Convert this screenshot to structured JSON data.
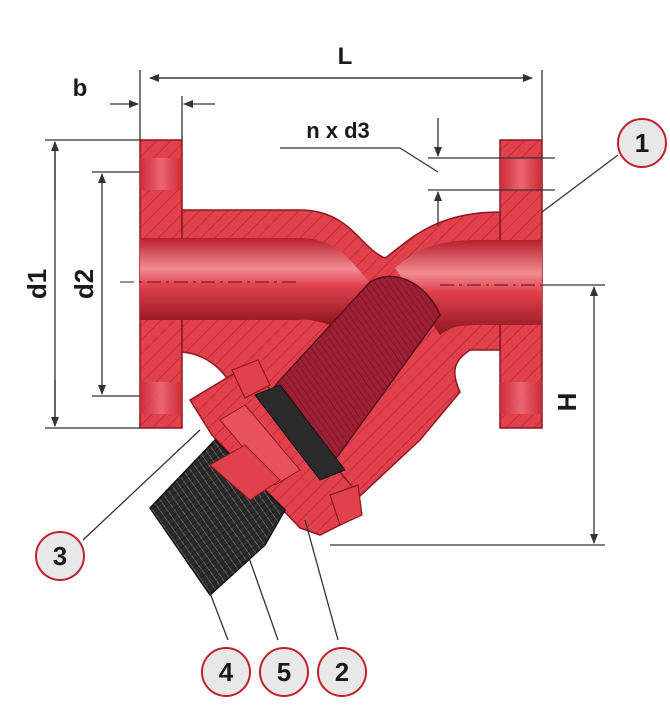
{
  "dimensions": {
    "L": "L",
    "b": "b",
    "n_x_d3": "n x d3",
    "d1": "d1",
    "d2": "d2",
    "H": "H"
  },
  "callouts": [
    "1",
    "2",
    "3",
    "4",
    "5"
  ],
  "colors": {
    "body": "#e0414c",
    "body_light": "#f3a6ab",
    "body_dark": "#a11b26",
    "screen": "#a3243a",
    "cap_dark": "#2a2a2a",
    "line": "#444444",
    "callout_fill": "#e6e6e6",
    "callout_ring": "#c0202c"
  }
}
